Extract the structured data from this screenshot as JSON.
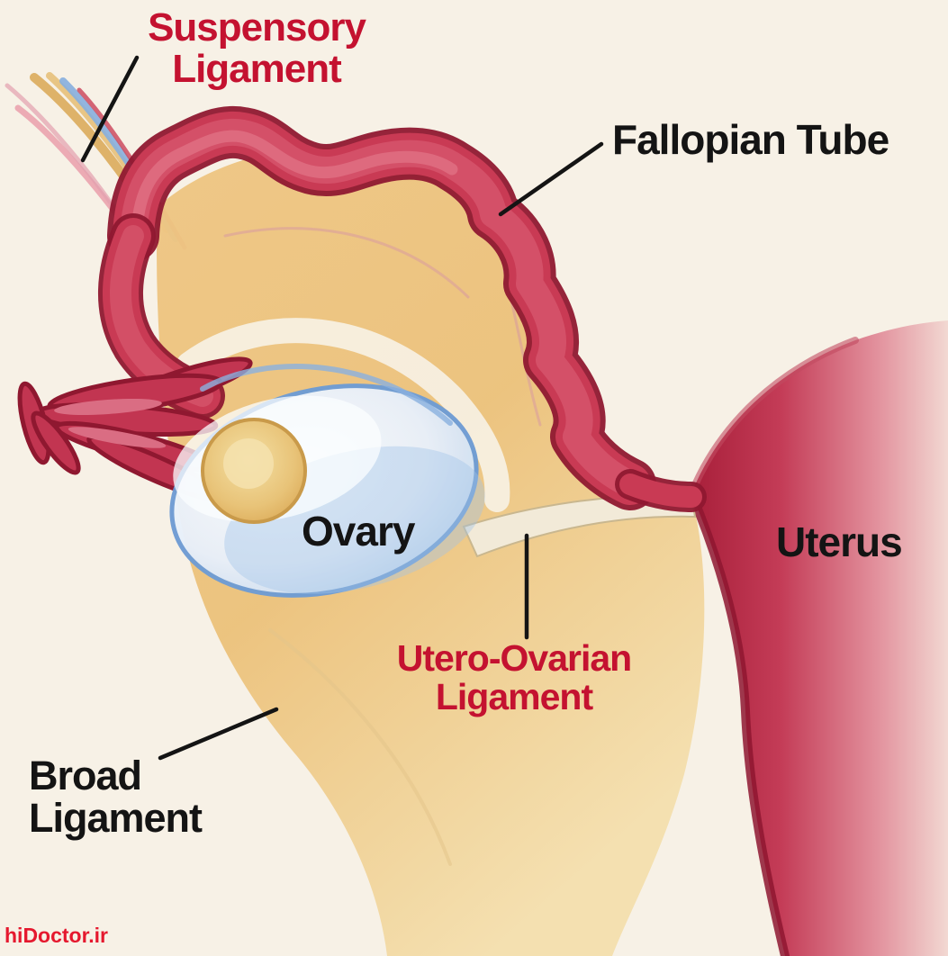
{
  "page": {
    "background_color": "#f7f1e6",
    "type": "anatomical-diagram",
    "subject": "Ovary, fallopian tube and supporting ligaments"
  },
  "palette": {
    "red_label": "#c41230",
    "black_label": "#141414",
    "tube_red": "#c93a54",
    "tube_dark_red": "#8f1830",
    "uterus_red": "#b02341",
    "broad_ligament_tan": "#ecc27c",
    "ovary_blue": "#9fc2e8",
    "follicle_yellow": "#e3b863",
    "watermark_red": "#e5182e"
  },
  "labels": {
    "suspensory_ligament": {
      "text": "Suspensory Ligament",
      "color": "#c41230"
    },
    "fallopian_tube": {
      "text": "Fallopian Tube",
      "color": "#141414"
    },
    "ovary": {
      "text": "Ovary",
      "color": "#141414"
    },
    "uterus": {
      "text": "Uterus",
      "color": "#141414"
    },
    "utero_ovarian_ligament": {
      "text": "Utero-Ovarian Ligament",
      "color": "#c41230"
    },
    "broad_ligament": {
      "text": "Broad Ligament",
      "color": "#141414"
    }
  },
  "watermark": {
    "text": "hiDoctor.ir",
    "color": "#e5182e"
  }
}
